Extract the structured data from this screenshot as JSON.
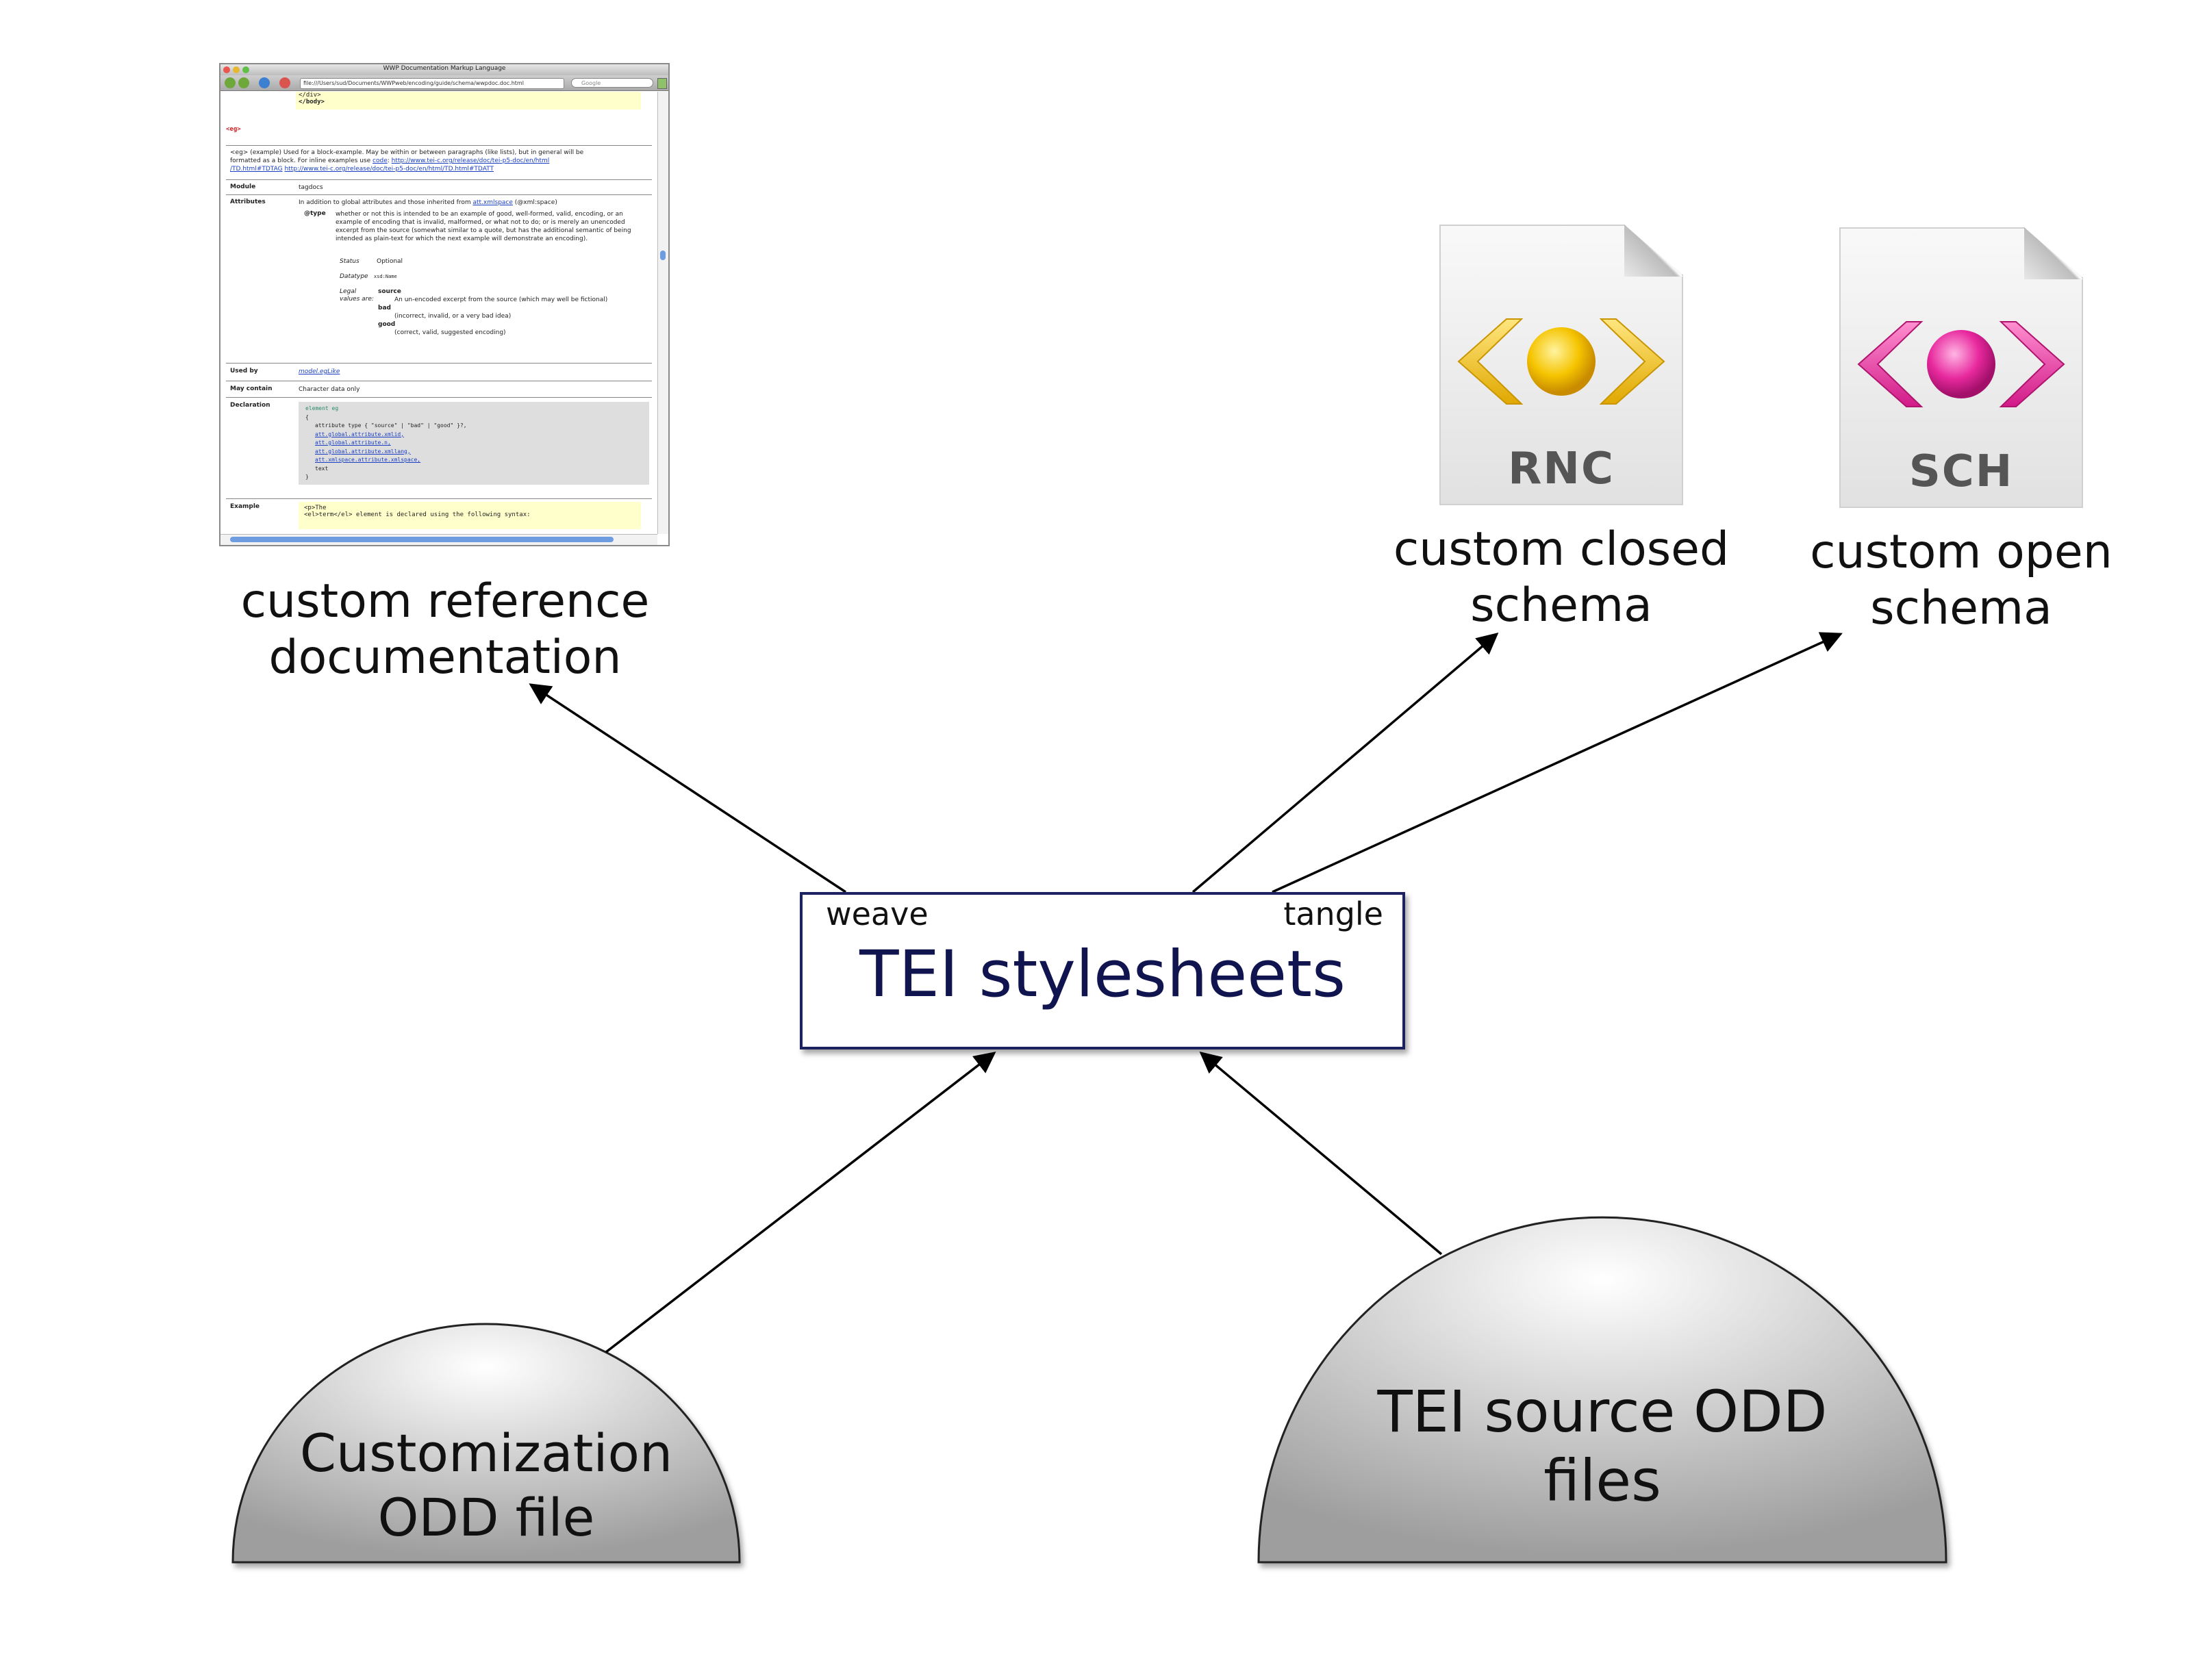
{
  "browser": {
    "window_title": "WWP Documentation Markup Language",
    "url": "file:///Users/sud/Documents/WWPweb/encoding/guide/schema/wwpdoc.doc.html",
    "search_placeholder": "Google",
    "code_top_line1": "</div>",
    "code_top_line2": "</body>",
    "element_heading": "<eg>",
    "desc_line1": "<eg> (example) Used for a block-example. May be within or between paragraphs (like lists), but in general will be",
    "desc_line2_prefix": "formatted as a block. For inline examples use ",
    "desc_link_code": "code",
    "desc_link1": "http://www.tei-c.org/release/doc/tei-p5-doc/en/html",
    "desc_link1b": "/TD.html#TDTAG",
    "desc_link2": "http://www.tei-c.org/release/doc/tei-p5-doc/en/html/TD.html#TDATT",
    "module_label": "Module",
    "module_value": "tagdocs",
    "attributes_label": "Attributes",
    "attributes_intro_prefix": "In addition to global attributes and those inherited from ",
    "attributes_intro_link": "att.xmlspace",
    "attributes_intro_suffix": " (@xml:space)",
    "attr_name": "@type",
    "attr_desc": "whether or not this is intended to be an example of good, well-formed, valid, encoding, or an example of encoding that is invalid, malformed, or what not to do; or is merely an unencoded excerpt from the source (somewhat similar to a quote, but has the additional semantic of being intended as plain-text for which the next example will demonstrate an encoding).",
    "status_label": "Status",
    "status_value": "Optional",
    "datatype_label": "Datatype",
    "datatype_value": "xsd:Name",
    "legal_label": "Legal values are:",
    "val_source": "source",
    "val_source_desc": "An un-encoded excerpt from the source (which may well be fictional)",
    "val_bad": "bad",
    "val_bad_desc": "(incorrect, invalid, or a very bad idea)",
    "val_good": "good",
    "val_good_desc": "(correct, valid, suggested encoding)",
    "usedby_label": "Used by",
    "usedby_value": "model.egLike",
    "maycontain_label": "May contain",
    "maycontain_value": "Character data only",
    "declaration_label": "Declaration",
    "decl_lines": [
      "element eg",
      "{",
      "   attribute type { \"source\" | \"bad\" | \"good\" }?,",
      "   att.global.attribute.xmlid,",
      "   att.global.attribute.n,",
      "   att.global.attribute.xmllang,",
      "   att.xmlspace.attribute.xmlspace,",
      "   text",
      "}"
    ],
    "example_label": "Example",
    "example_line1": "<p>The",
    "example_line2": "<el>term</el> element is declared using the following syntax:"
  },
  "labels": {
    "reference_doc": "custom reference\ndocumentation",
    "closed_schema": "custom closed\nschema",
    "open_schema": "custom open\nschema",
    "weave": "weave",
    "tangle": "tangle",
    "stylesheets": "TEI stylesheets",
    "customization_odd": "Customization\nODD file",
    "source_odd": "TEI source ODD\nfiles"
  },
  "icons": {
    "rnc": {
      "ext": "RNC",
      "color": "#f5c400",
      "icon": "xml-document-icon"
    },
    "sch": {
      "ext": "SCH",
      "color": "#e8299e",
      "icon": "xml-document-icon"
    }
  },
  "colors": {
    "stylesheet_box_border": "#1a2460",
    "stylesheet_text": "#101550",
    "dome_fill": "#c8c8c8"
  }
}
